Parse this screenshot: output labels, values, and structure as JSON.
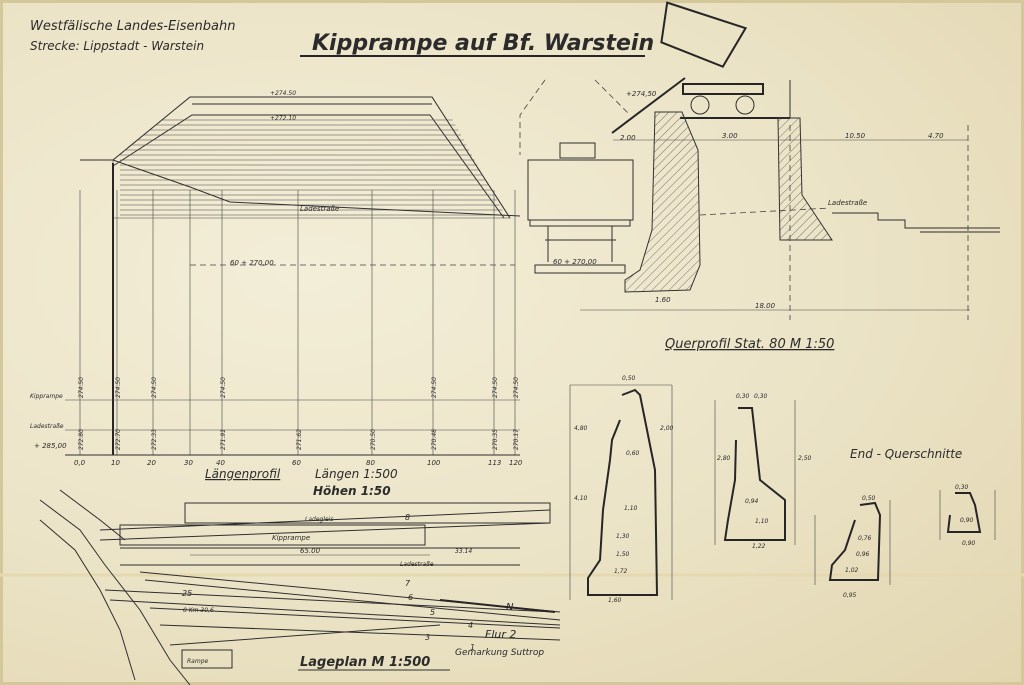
{
  "header": {
    "company": "Westfälische Landes-Eisenbahn",
    "route": "Strecke: Lippstadt - Warstein",
    "title": "Kipprampe auf Bf. Warstein"
  },
  "longitudinal_profile": {
    "title": "Längenprofil",
    "scale_lengths": "Längen 1:500",
    "scale_heights": "Höhen 1:50",
    "top_level": "+274.50",
    "level_2": "+272.10",
    "road_label": "Ladestraße",
    "datum_mid": "60 + 270,00",
    "row_label_ramp": "Kipprampe",
    "row_label_road": "Ladestraße",
    "datum_label": "+ 285,00",
    "stations": [
      "0,0",
      "10",
      "20",
      "30",
      "40",
      "60",
      "80",
      "100",
      "113",
      "120"
    ],
    "heights_ramp": [
      "274.50",
      "274.50",
      "274.50",
      "",
      "274.50",
      "",
      "",
      "274.50",
      "274.50",
      "274.50"
    ],
    "heights_road": [
      "272.80",
      "272.70",
      "272.33",
      "",
      "271.91",
      "271.62",
      "270.50",
      "270.48",
      "270.35",
      "270.17"
    ]
  },
  "cross_section": {
    "title": "Querprofil  Stat. 80  M 1:50",
    "level_top": "+274,50",
    "datum": "60 + 270,00",
    "dim_left": "2.00",
    "dim_track": "3.00",
    "dim_road": "10.50",
    "dim_right": "4.70",
    "dim_base": "1.60",
    "dim_total": "18.00",
    "road_label": "Ladestraße"
  },
  "end_sections": {
    "title": "End - Querschnitte",
    "dims_a": [
      "0,50",
      "0,60",
      "1,10",
      "1,30",
      "1,50",
      "1,72",
      "1,60",
      "4,80",
      "4,10",
      "2,00"
    ],
    "dims_b": [
      "0,30",
      "0,30",
      "0,94",
      "1,10",
      "1,22",
      "2,80",
      "2,50"
    ],
    "dims_c": [
      "0,50",
      "0,76",
      "0,96",
      "1,02",
      "0,95"
    ],
    "dims_d": [
      "0,30",
      "0,90",
      "0,90"
    ]
  },
  "site_plan": {
    "title": "Lageplan  M 1:500",
    "flur": "Flur 2",
    "gemarkung": "Gemarkung Suttrop",
    "ramp_label": "Kipprampe",
    "track_label": "Ladegleis",
    "road_label": "Ladestraße",
    "rampe_label": "Rampe",
    "km_label": "0 Km 30,6",
    "north_label": "N",
    "dim_ramp": "65.00",
    "dim_road": "33.14",
    "track_numbers": [
      "1",
      "3",
      "4",
      "5",
      "6",
      "7",
      "8",
      "25"
    ]
  },
  "colors": {
    "ink": "#2b2b2b",
    "paper": "#ece4c8"
  }
}
